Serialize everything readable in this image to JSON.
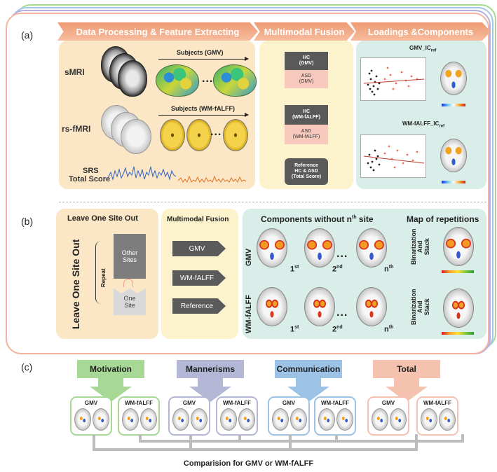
{
  "section_labels": {
    "a": "(a)",
    "b": "(b)",
    "c": "(c)"
  },
  "panel_a": {
    "banners": [
      "Data Processing  & Feature Extracting",
      "Multimodal Fusion",
      "Loadings &Components"
    ],
    "row_labels": {
      "smri": "sMRI",
      "rsfmri": "rs-fMRI",
      "srs_line1": "SRS",
      "srs_line2": "Total Score"
    },
    "subjects_gmv": "Subjects (GMV)",
    "subjects_wm": "Subjects (WM-fALFF)",
    "ellipsis": "...",
    "fusion_boxes": {
      "hc_gmv": "HC\n(GMV)",
      "asd_gmv": "ASD\n(GMV)",
      "hc_wm": "HC\n(WM-fALFF)",
      "asd_wm": "ASD\n(WM-fALFF)",
      "reference": "Reference\nHC & ASD\n(Total Score)"
    },
    "loadings": {
      "gmv_title": "GMV_IC",
      "gmv_sub": "ref",
      "wm_title": "WM-fALFF_IC",
      "wm_sub": "ref"
    }
  },
  "panel_b": {
    "lso_title": "Leave One Site Out",
    "lso_vertical": "Leave One Site Out",
    "repeat": "Repeat",
    "other_sites": "Other\nSites",
    "one_site": "One\nSite",
    "fusion_title": "Multimodal Fusion",
    "fusion_items": [
      "GMV",
      "WM-fALFF",
      "Reference"
    ],
    "components_title_pre": "Components without n",
    "components_title_sup": "th",
    "components_title_post": " site",
    "map_title": "Map of repetitions",
    "row_gmv": "GMV",
    "row_wm": "WM-fALFF",
    "ordinals": [
      {
        "n": "1",
        "sup": "st"
      },
      {
        "n": "2",
        "sup": "nd"
      },
      {
        "n": "n",
        "sup": "th"
      }
    ],
    "binarize": "Binarization\nAnd\nStack",
    "ellipsis": "..."
  },
  "panel_c": {
    "categories": [
      {
        "label": "Motivation",
        "color": "#a8d896",
        "border": "#a8d896"
      },
      {
        "label": "Mannerisms",
        "color": "#b4b6d6",
        "border": "#b4b6d6"
      },
      {
        "label": "Communication",
        "color": "#9cc3e6",
        "border": "#9cc3e6"
      },
      {
        "label": "Total",
        "color": "#f5c2b0",
        "border": "#f5c2b0"
      }
    ],
    "mini_labels": [
      "GMV",
      "WM-fALFF"
    ],
    "comparison": "Comparision for GMV or WM-fALFF"
  }
}
